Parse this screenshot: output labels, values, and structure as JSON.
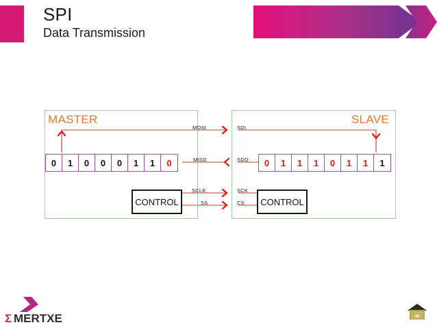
{
  "header": {
    "title": "SPI",
    "subtitle": "Data Transmission",
    "accent_pink": "#d81b72",
    "accent_purple": "#7a3291",
    "swatch_icon": "pink-square-decor",
    "banner_icon": "chevron-banner-decor"
  },
  "diagram": {
    "master": {
      "title": "MASTER",
      "title_color": "#e8762c",
      "register_bits": [
        {
          "value": "0",
          "highlight": false
        },
        {
          "value": "1",
          "highlight": false
        },
        {
          "value": "0",
          "highlight": false
        },
        {
          "value": "0",
          "highlight": false
        },
        {
          "value": "0",
          "highlight": false
        },
        {
          "value": "1",
          "highlight": false
        },
        {
          "value": "1",
          "highlight": false
        },
        {
          "value": "0",
          "highlight": true
        }
      ],
      "control_label": "CONTROL",
      "signals": [
        "MOSI",
        "MISO",
        "SCLK",
        "SS"
      ]
    },
    "slave": {
      "title": "SLAVE",
      "title_color": "#e8762c",
      "register_bits": [
        {
          "value": "0",
          "highlight": true
        },
        {
          "value": "1",
          "highlight": true
        },
        {
          "value": "1",
          "highlight": true
        },
        {
          "value": "1",
          "highlight": true
        },
        {
          "value": "0",
          "highlight": true
        },
        {
          "value": "1",
          "highlight": true
        },
        {
          "value": "1",
          "highlight": true
        },
        {
          "value": "1",
          "highlight": false
        }
      ],
      "control_label": "CONTROL",
      "signals": [
        "SDI",
        "SDO",
        "SCK",
        "CS"
      ]
    },
    "bus_color": "#c0392b",
    "panel_border_color": "#9ccc9c",
    "cell_border_color": "#9b4f96",
    "highlight_color": "#e8140c"
  },
  "footer": {
    "logo_text": "MERTXE",
    "logo_sigma": "Σ",
    "logo_icon": "chevron-logo-icon",
    "home_icon": "home-icon"
  }
}
